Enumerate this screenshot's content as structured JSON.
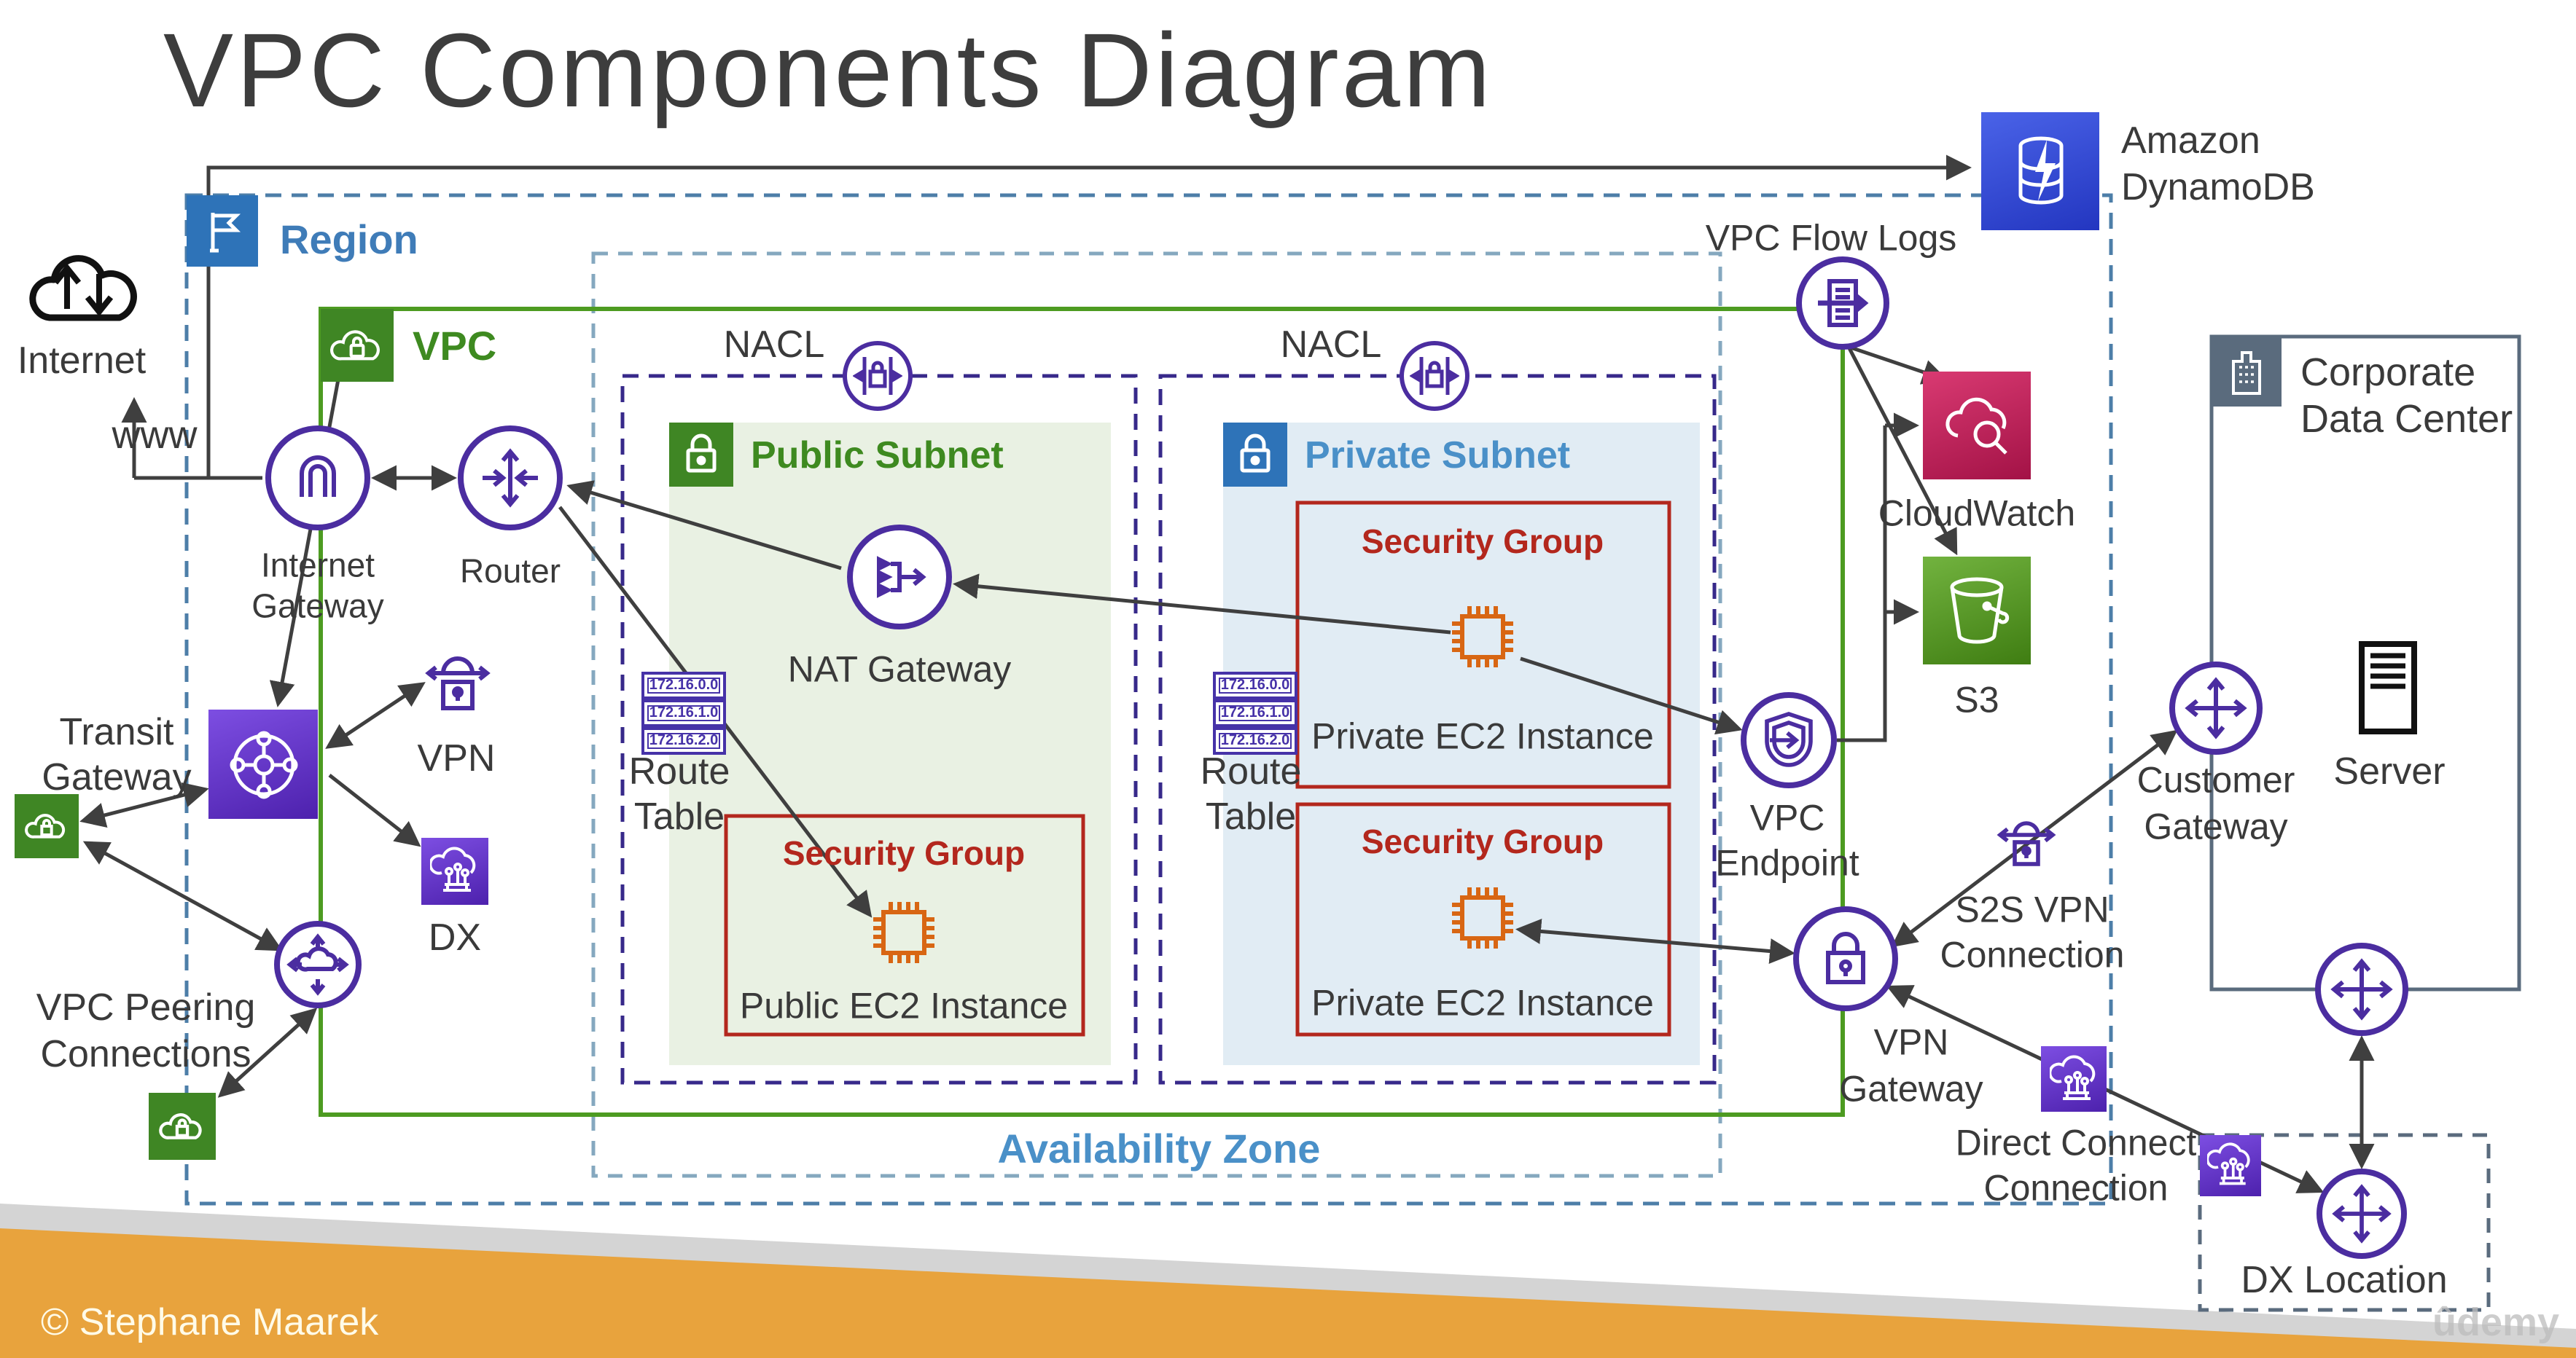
{
  "title": "VPC Components Diagram",
  "copyright": "© Stephane Maarek",
  "watermark": "ûdemy",
  "region": {
    "label": "Region"
  },
  "vpc": {
    "label": "VPC"
  },
  "az": {
    "label": "Availability Zone"
  },
  "internet": {
    "label": "Internet",
    "www": "www"
  },
  "internet_gateway": {
    "line1": "Internet",
    "line2": "Gateway"
  },
  "router": {
    "label": "Router"
  },
  "nacl_label": "NACL",
  "public_subnet": {
    "label": "Public Subnet",
    "nat_gateway": "NAT Gateway",
    "security_group": "Security Group",
    "instance": "Public EC2 Instance"
  },
  "private_subnet": {
    "label": "Private Subnet",
    "security_group": "Security Group",
    "instance1": "Private EC2 Instance",
    "instance2": "Private EC2 Instance"
  },
  "route_table": {
    "line1": "Route",
    "line2": "Table",
    "entries": [
      "172.16.0.0",
      "172.16.1.0",
      "172.16.2.0"
    ]
  },
  "flow_logs": {
    "label": "VPC Flow Logs"
  },
  "dynamodb": {
    "line1": "Amazon",
    "line2": "DynamoDB"
  },
  "cloudwatch": {
    "label": "CloudWatch"
  },
  "s3": {
    "label": "S3"
  },
  "vpc_endpoint": {
    "line1": "VPC",
    "line2": "Endpoint"
  },
  "vpn_gateway": {
    "line1": "VPN",
    "line2": "Gateway"
  },
  "s2s_vpn": {
    "line1": "S2S VPN",
    "line2": "Connection"
  },
  "direct_connect": {
    "line1": "Direct Connect",
    "line2": "Connection"
  },
  "customer_gateway": {
    "line1": "Customer",
    "line2": "Gateway"
  },
  "corporate": {
    "line1": "Corporate",
    "line2": "Data Center",
    "server": "Server"
  },
  "dx_location": {
    "label": "DX Location"
  },
  "transit_gateway": {
    "line1": "Transit",
    "line2": "Gateway"
  },
  "vpn": {
    "label": "VPN"
  },
  "dx": {
    "label": "DX"
  },
  "vpc_peering": {
    "line1": "VPC Peering",
    "line2": "Connections"
  },
  "colors": {
    "region_border": "#4d7ea8",
    "vpc_border": "#4d9b21",
    "az_border": "#85a8bf",
    "nacl_border": "#37298a",
    "security_group": "#b3271d",
    "ec2_orange": "#d86613",
    "aws_purple": "#4b2da0",
    "green_label": "#3e8a20",
    "blue_label": "#4a90c8",
    "band_orange": "#e8a33d"
  }
}
